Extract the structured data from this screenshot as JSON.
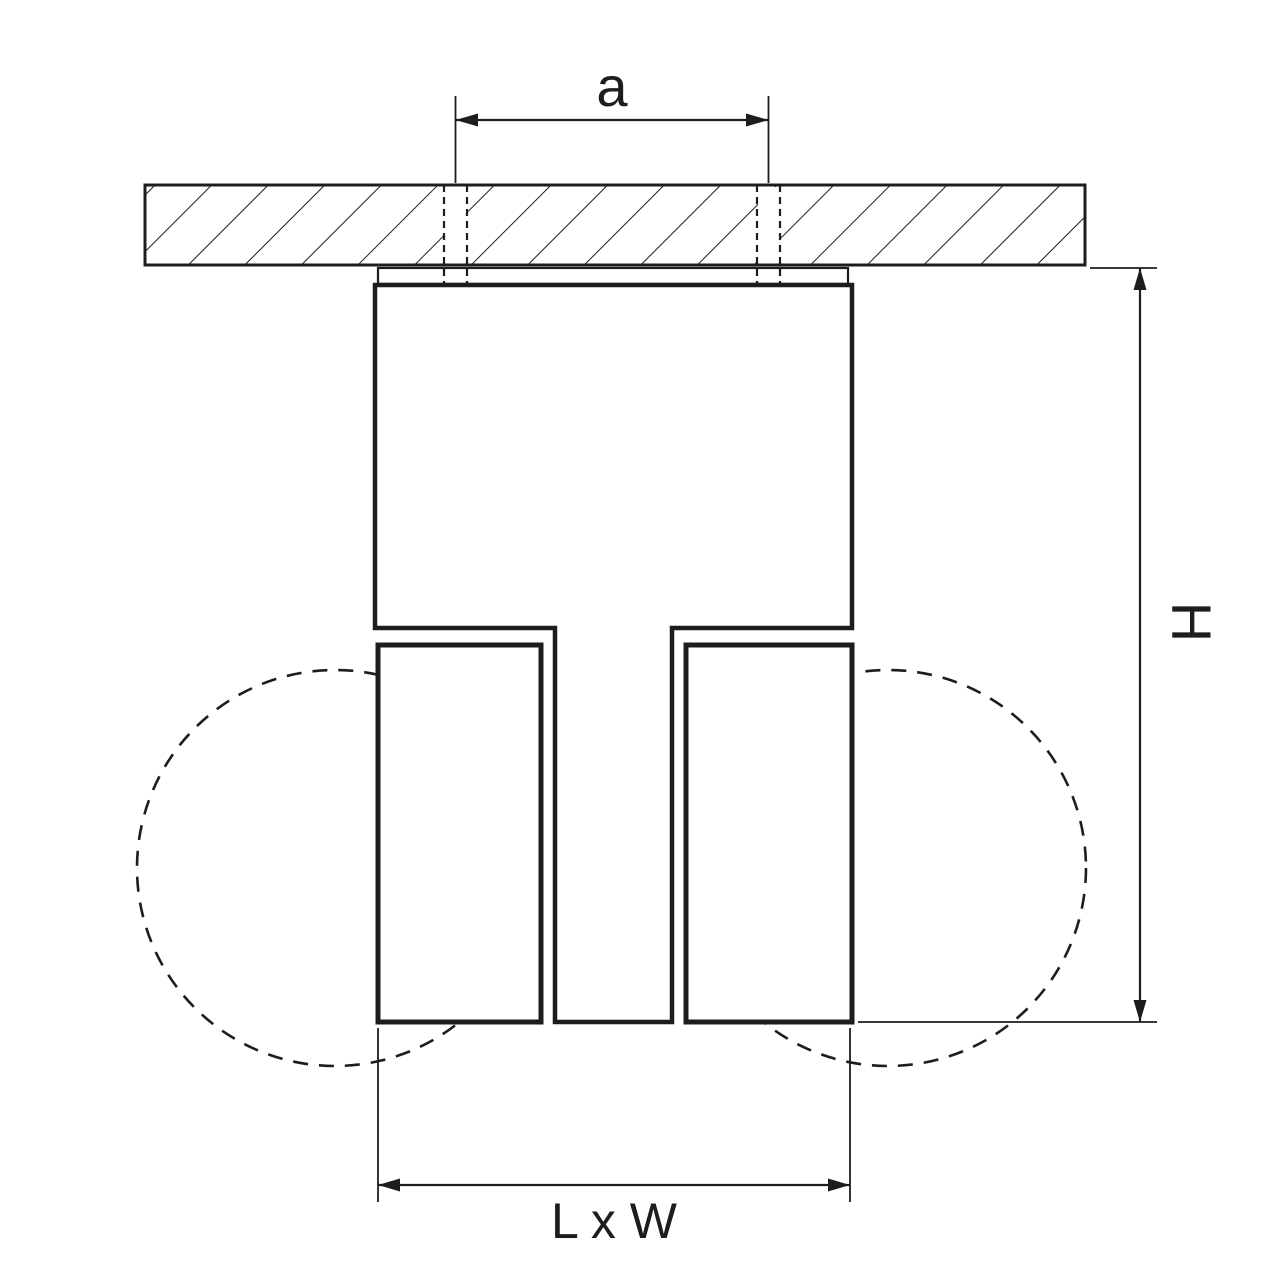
{
  "labels": {
    "dimension_a": "a",
    "dimension_height": "H",
    "dimension_footprint": "L x W"
  },
  "colors": {
    "line": "#1d1d1b",
    "background": "#ffffff"
  }
}
